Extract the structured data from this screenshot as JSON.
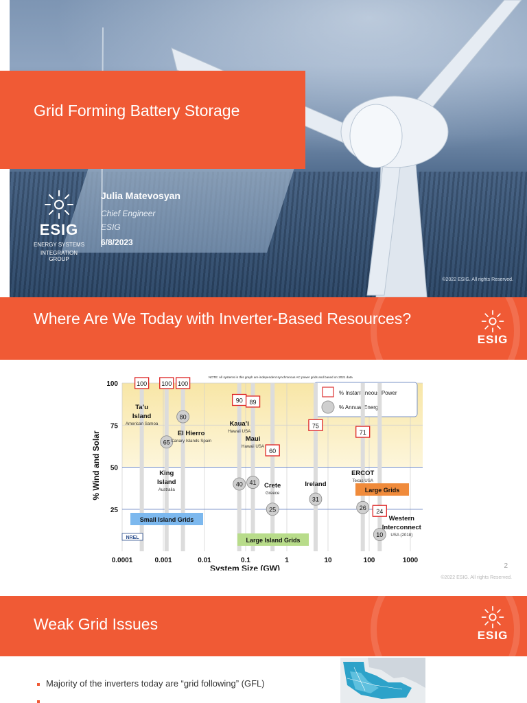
{
  "slide1": {
    "title": "Grid Forming Battery Storage",
    "presenter_name": "Julia Matevosyan",
    "presenter_role": "Chief Engineer",
    "presenter_org": "ESIG",
    "date": "6/8/2023",
    "logo_word": "ESIG",
    "logo_sub1": "ENERGY SYSTEMS",
    "logo_sub2": "INTEGRATION GROUP",
    "copyright": "©2022 ESIG. All rights Reserved."
  },
  "slide2": {
    "heading": "Where Are We Today with Inverter-Based Resources?",
    "logo_word": "ESIG",
    "page_number": "2",
    "copyright": "©2022 ESIG. All rights Reserved."
  },
  "slide3": {
    "heading": "Weak Grid Issues",
    "logo_word": "ESIG",
    "bullets": [
      "Majority of the inverters today are “grid following” (GFL)",
      ""
    ]
  },
  "chart_data": {
    "type": "scatter",
    "note": "NOTE: All systems in this graph are independent synchronous AC power grids and based on 2021 data",
    "xlabel": "System Size (GW)",
    "ylabel": "% Wind and Solar",
    "x_scale": "log",
    "x_ticks": [
      "0.0001",
      "0.001",
      "0.01",
      "0.1",
      "1",
      "10",
      "100",
      "1000"
    ],
    "y_ticks": [
      "25",
      "50",
      "75",
      "100"
    ],
    "ylim": [
      0,
      100
    ],
    "legend": [
      "% Instantaneous Power",
      "% Annual Energy"
    ],
    "regions": [
      "Small Island Grids",
      "Large Island Grids",
      "Large Grids"
    ],
    "source_text": "NREL",
    "systems": [
      {
        "name": "Ta’u Island",
        "sub": "American Samoa",
        "x": 0.0003,
        "instantaneous": 100,
        "annual": null
      },
      {
        "name": "King Island",
        "sub": "Australia",
        "x": 0.0012,
        "instantaneous": 100,
        "annual": 65
      },
      {
        "name": "El Hierro",
        "sub": "Canary Islands Spain",
        "x": 0.003,
        "instantaneous": 100,
        "annual": 80
      },
      {
        "name": "Kaua’i",
        "sub": "Hawaii USA",
        "x": 0.07,
        "instantaneous": 90,
        "annual": 40
      },
      {
        "name": "Maui",
        "sub": "Hawaii USA",
        "x": 0.15,
        "instantaneous": 89,
        "annual": 41
      },
      {
        "name": "Crete",
        "sub": "Greece",
        "x": 0.45,
        "instantaneous": 60,
        "annual": 25
      },
      {
        "name": "Ireland",
        "sub": "",
        "x": 5,
        "instantaneous": 75,
        "annual": 31
      },
      {
        "name": "ERCOT",
        "sub": "Texas USA",
        "x": 70,
        "instantaneous": 71,
        "annual": 26
      },
      {
        "name": "Western Interconnect",
        "sub": "USA (2018)",
        "x": 180,
        "instantaneous": 24,
        "annual": 10
      }
    ]
  }
}
